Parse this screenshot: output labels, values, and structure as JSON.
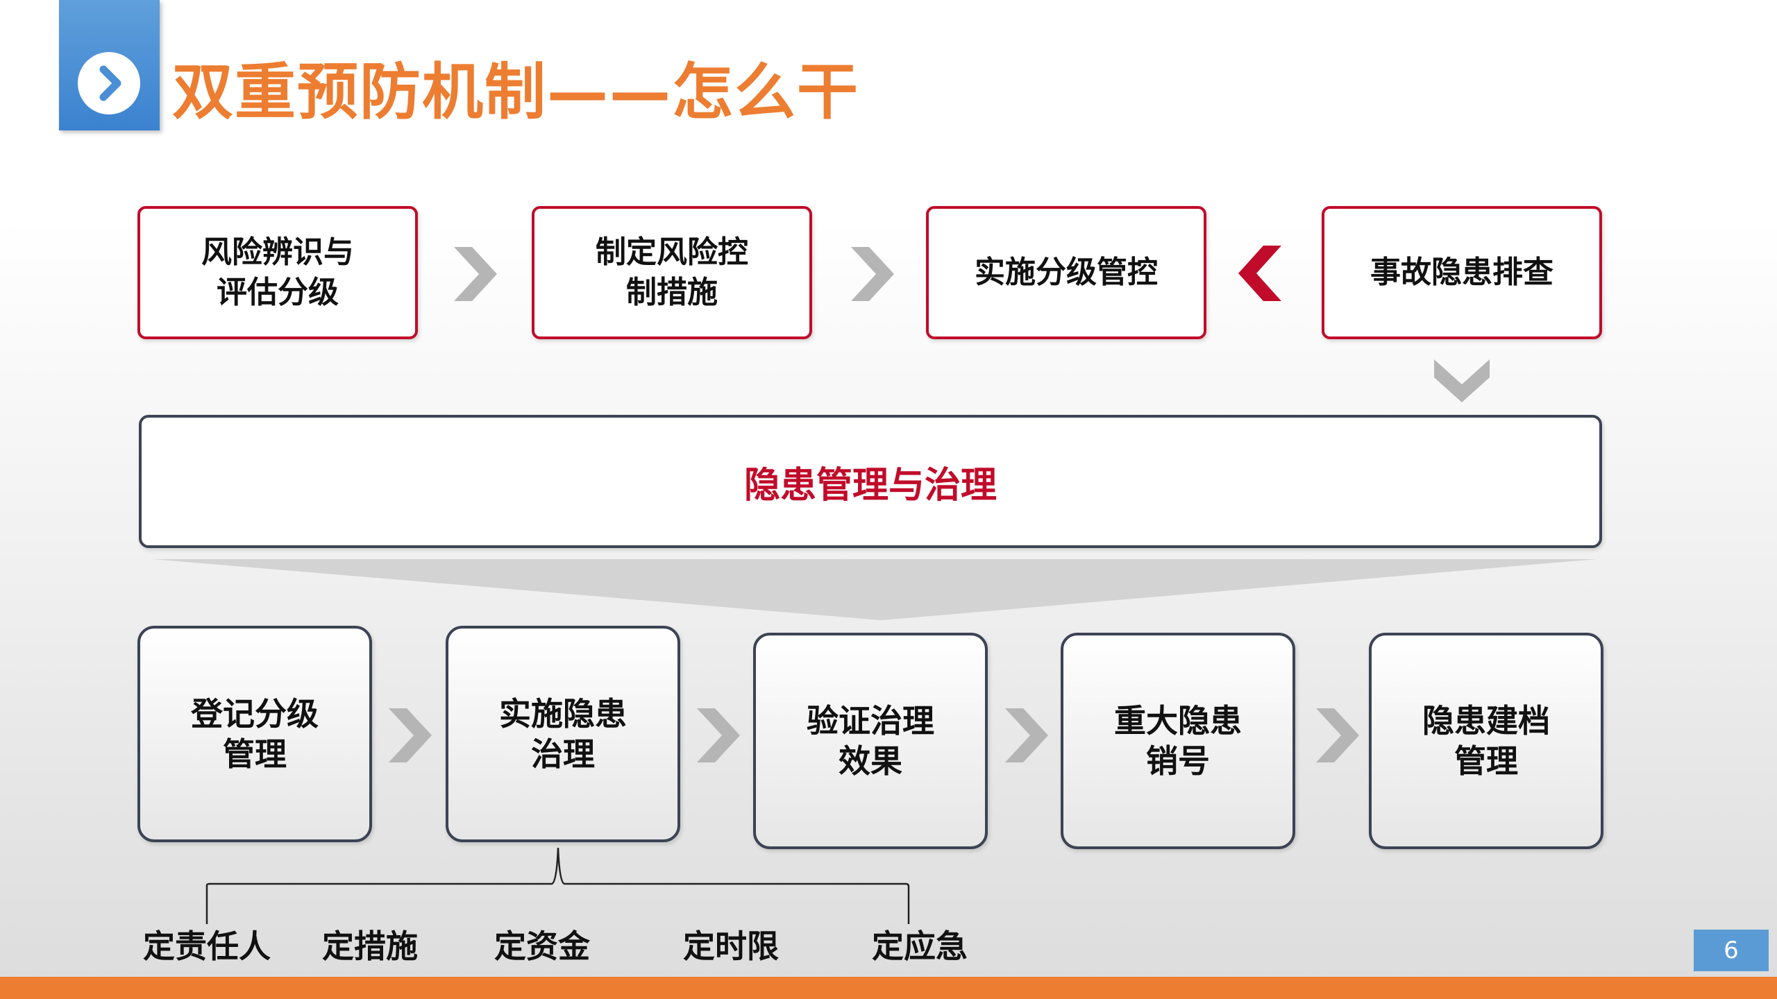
{
  "title": "双重预防机制——怎么干",
  "top_row": {
    "step1": [
      "风险辨识与",
      "评估分级"
    ],
    "step2": [
      "制定风险控",
      "制措施"
    ],
    "step3": "实施分级管控",
    "step4": "事故隐患排查"
  },
  "center_box": "隐患管理与治理",
  "bottom_row": {
    "step1": [
      "登记分级",
      "管理"
    ],
    "step2": [
      "实施隐患",
      "治理"
    ],
    "step3": [
      "验证治理",
      "效果"
    ],
    "step4": [
      "重大隐患",
      "销号"
    ],
    "step5": [
      "隐患建档",
      "管理"
    ]
  },
  "tags": [
    "定责任人",
    "定措施",
    "定资金",
    "定时限",
    "定应急"
  ],
  "page_number": "6",
  "colors": {
    "accent_orange": "#ed7d31",
    "accent_red": "#c00c2a",
    "blue": "#5b9bd5",
    "dark_border": "#3c4354"
  },
  "icons": {
    "header": "chevron-right-circle-icon",
    "arrows": "chevron-right-icon",
    "reverse_arrow": "chevron-left-icon",
    "down_arrow": "chevron-down-icon"
  }
}
